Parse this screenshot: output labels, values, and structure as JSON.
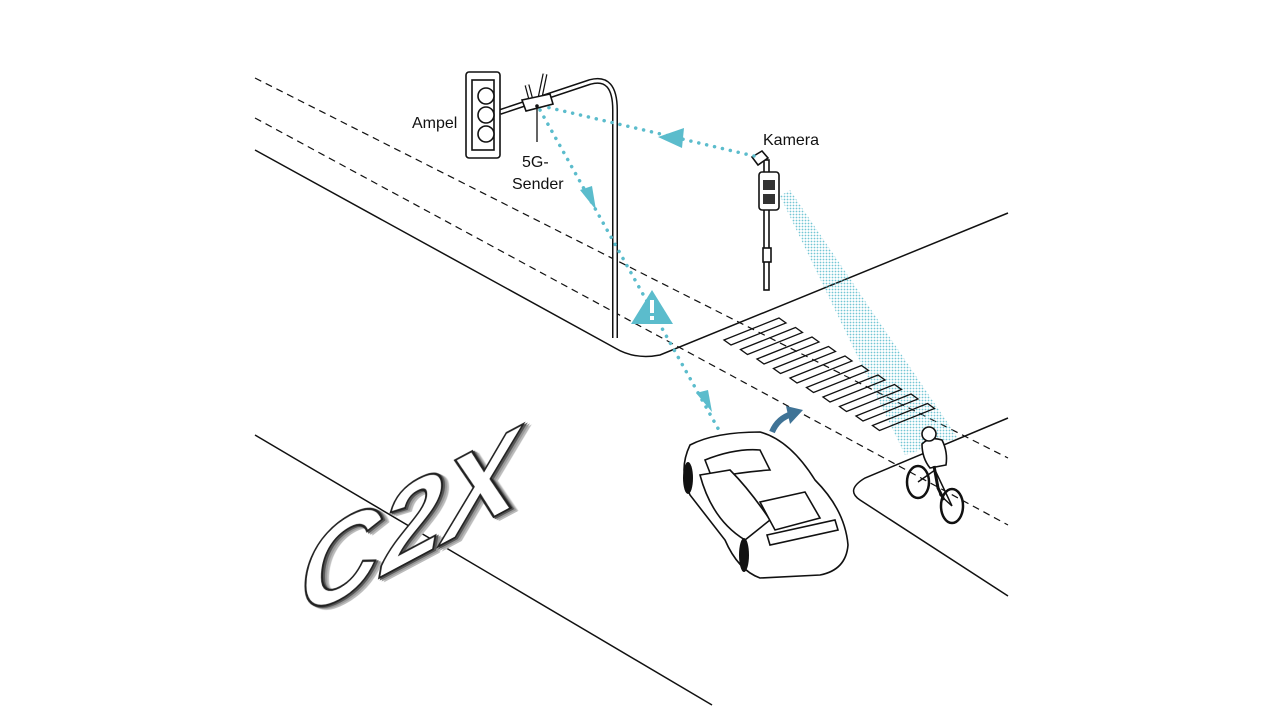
{
  "labels": {
    "traffic_light": "Ampel",
    "transmitter_line1": "5G-",
    "transmitter_line2": "Sender",
    "camera": "Kamera"
  },
  "logo": "C2X",
  "colors": {
    "signal": "#5bbccc",
    "arrow": "#3f7396",
    "ink": "#111111"
  }
}
